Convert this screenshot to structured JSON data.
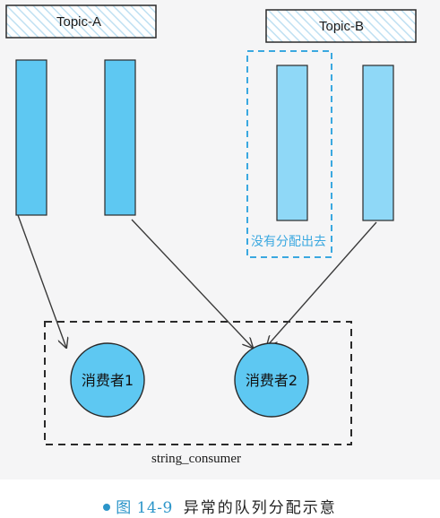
{
  "topics": [
    {
      "id": "topic-a",
      "label": "Topic-A"
    },
    {
      "id": "topic-b",
      "label": "Topic-B"
    }
  ],
  "consumers": [
    {
      "id": "consumer-1",
      "label": "消费者1"
    },
    {
      "id": "consumer-2",
      "label": "消费者2"
    }
  ],
  "group": {
    "label": "string_consumer"
  },
  "unassigned": {
    "label": "没有分配出去"
  },
  "caption": {
    "prefix": "图 14-9",
    "title": "异常的队列分配示意"
  },
  "colors": {
    "queue_fill": "#5ec8f2",
    "queue_fill_light": "#8fd8f7",
    "consumer_fill": "#5ec8f2",
    "accent": "#3aa8e0",
    "stroke": "#1f1f1f"
  }
}
